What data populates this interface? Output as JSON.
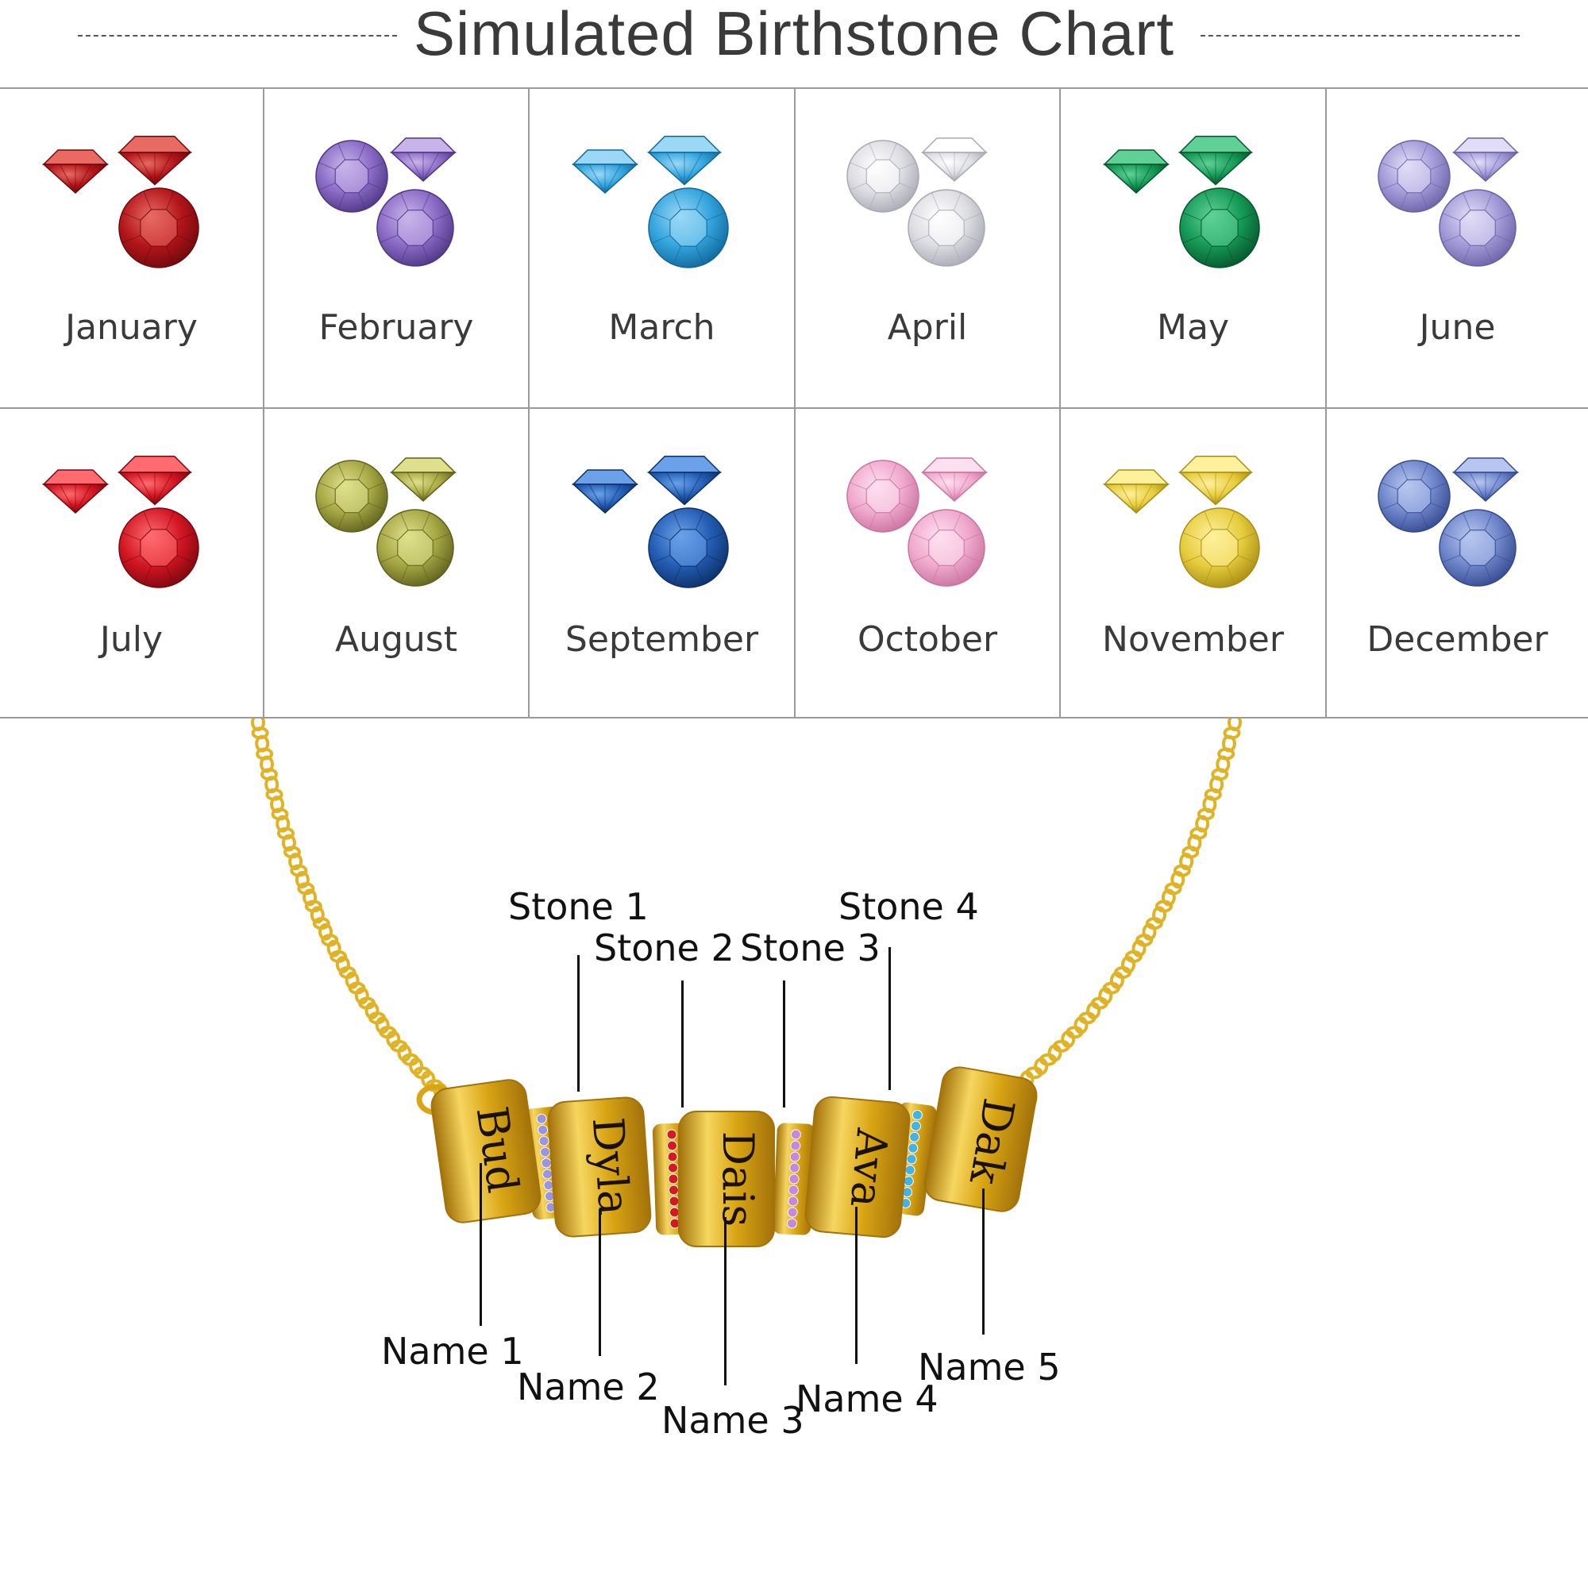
{
  "header": {
    "title": "Simulated Birthstone Chart"
  },
  "months": [
    {
      "label": "January",
      "color": "#b3151a",
      "light": "#e86a62",
      "dark": "#6d0a0d"
    },
    {
      "label": "February",
      "color": "#8a6bc6",
      "light": "#c8b4ea",
      "dark": "#4e3684"
    },
    {
      "label": "March",
      "color": "#33a4dd",
      "light": "#9ad8f5",
      "dark": "#10679a"
    },
    {
      "label": "April",
      "color": "#dcdce2",
      "light": "#ffffff",
      "dark": "#a9a9b4"
    },
    {
      "label": "May",
      "color": "#159955",
      "light": "#5fd197",
      "dark": "#06552b"
    },
    {
      "label": "June",
      "color": "#a39bd8",
      "light": "#e2ddf6",
      "dark": "#6a62a6"
    },
    {
      "label": "July",
      "color": "#d21623",
      "light": "#ff6b6f",
      "dark": "#7a070e"
    },
    {
      "label": "August",
      "color": "#a5a744",
      "light": "#dfe08c",
      "dark": "#5f611d"
    },
    {
      "label": "September",
      "color": "#235db3",
      "light": "#6aa1e9",
      "dark": "#0d2f68"
    },
    {
      "label": "October",
      "color": "#f0a9cd",
      "light": "#fde0ef",
      "dark": "#c9739f"
    },
    {
      "label": "November",
      "color": "#e6cc3e",
      "light": "#fff09c",
      "dark": "#a88d13"
    },
    {
      "label": "December",
      "color": "#6f86cb",
      "light": "#b7c6ef",
      "dark": "#35498f"
    }
  ],
  "colors": {
    "gold": "#d9a514",
    "gold_light": "#f6d660",
    "gold_dark": "#a3720a",
    "chain": "#e0b225"
  },
  "charms": [
    {
      "text": "Bud"
    },
    {
      "text": "Dyla"
    },
    {
      "text": "Dais"
    },
    {
      "text": "Ava"
    },
    {
      "text": "Dak"
    }
  ],
  "spacers": [
    {
      "color": "#9c94e0"
    },
    {
      "color": "#d41a1f"
    },
    {
      "color": "#c987d9"
    },
    {
      "color": "#44b3e2"
    }
  ],
  "callouts": {
    "stone1": "Stone 1",
    "stone2": "Stone 2",
    "stone3": "Stone 3",
    "stone4": "Stone 4",
    "name1": "Name 1",
    "name2": "Name 2",
    "name3": "Name 3",
    "name4": "Name 4",
    "name5": "Name 5"
  }
}
